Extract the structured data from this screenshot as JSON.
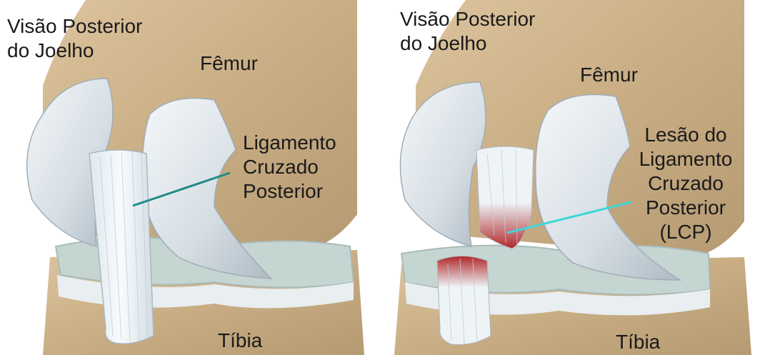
{
  "left": {
    "view_title": [
      "Visão Posterior",
      "do Joelho"
    ],
    "femur_label": "Fêmur",
    "ligament_label": [
      "Ligamento",
      "Cruzado",
      "Posterior"
    ],
    "tibia_label": "Tíbia"
  },
  "right": {
    "view_title": [
      "Visão Posterior",
      "do Joelho"
    ],
    "femur_label": "Fêmur",
    "injury_label": [
      "Lesão do",
      "Ligamento",
      "Cruzado",
      "Posterior",
      "(LCP)"
    ],
    "tibia_label": "Tíbia"
  },
  "colors": {
    "bone": "#cdb48e",
    "cartilage": "#dde5ea",
    "meniscus": "#c7d6d2",
    "ligament": "#eef3f6",
    "left_pointer": "#1f8a86",
    "right_pointer": "#3fd6d8",
    "tear": "#b0282a"
  }
}
